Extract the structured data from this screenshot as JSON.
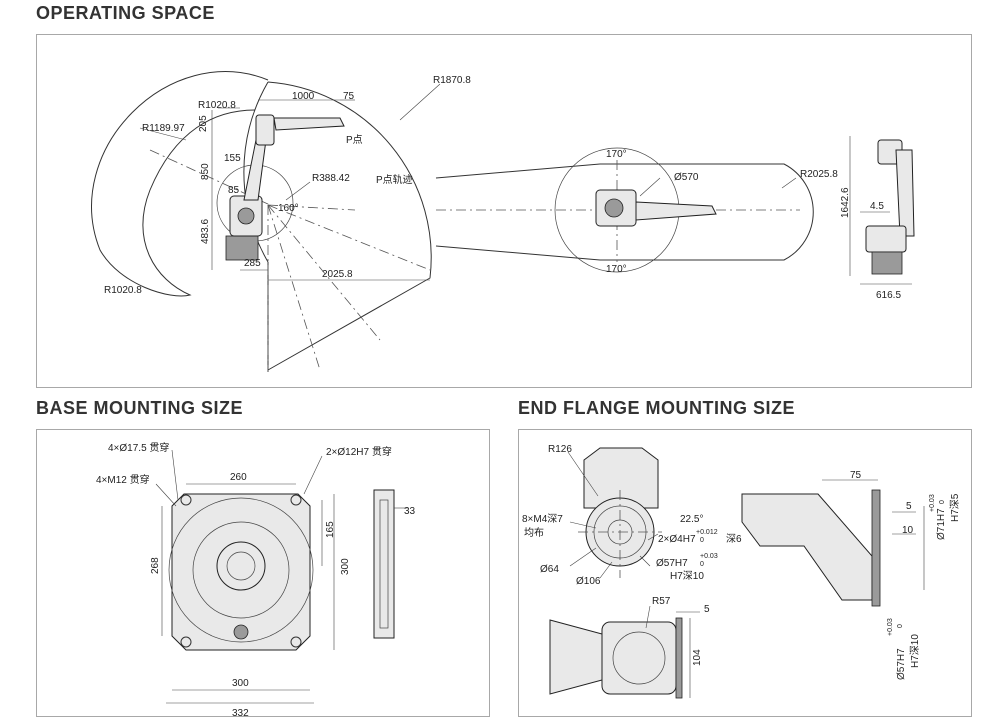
{
  "operating_space": {
    "title": "OPERATING SPACE",
    "side_view": {
      "labels": [
        "R1870.8",
        "R1189.97",
        "R1020.8",
        "1000",
        "75",
        "P点",
        "205",
        "850",
        "155",
        "85",
        "R388.42",
        "160°",
        "P点轨迹",
        "483.6",
        "285",
        "2025.8",
        "R1020.8"
      ]
    },
    "top_view": {
      "labels": [
        "170°",
        "Ø570",
        "R2025.8",
        "170°"
      ]
    },
    "front_view": {
      "labels": [
        "1642.6",
        "4.5",
        "616.5"
      ]
    }
  },
  "base_mounting": {
    "title": "BASE MOUNTING SIZE",
    "labels": [
      "4×Ø17.5 贯穿",
      "2×Ø12H7 贯穿",
      "4×M12 贯穿",
      "260",
      "33",
      "165",
      "268",
      "300",
      "300",
      "332"
    ]
  },
  "end_flange": {
    "title": "END FLANGE MOUNTING SIZE",
    "top_labels": [
      "R126",
      "75",
      "8×M4深7",
      "均布",
      "22.5°",
      "5",
      "10",
      "Ø71H7",
      "H7深5"
    ],
    "top_sub": [
      "+0.03",
      "0"
    ],
    "mid_labels": [
      "2×Ø4H7",
      "深6",
      "Ø57H7",
      "H7深10",
      "Ø64",
      "Ø106"
    ],
    "mid_sub": [
      "+0.012",
      "0",
      "+0.03",
      "0"
    ],
    "bottom_labels": [
      "R57",
      "5",
      "104",
      "Ø57H7",
      "H7深10"
    ],
    "bottom_sub": [
      "+0.03",
      "0"
    ]
  }
}
